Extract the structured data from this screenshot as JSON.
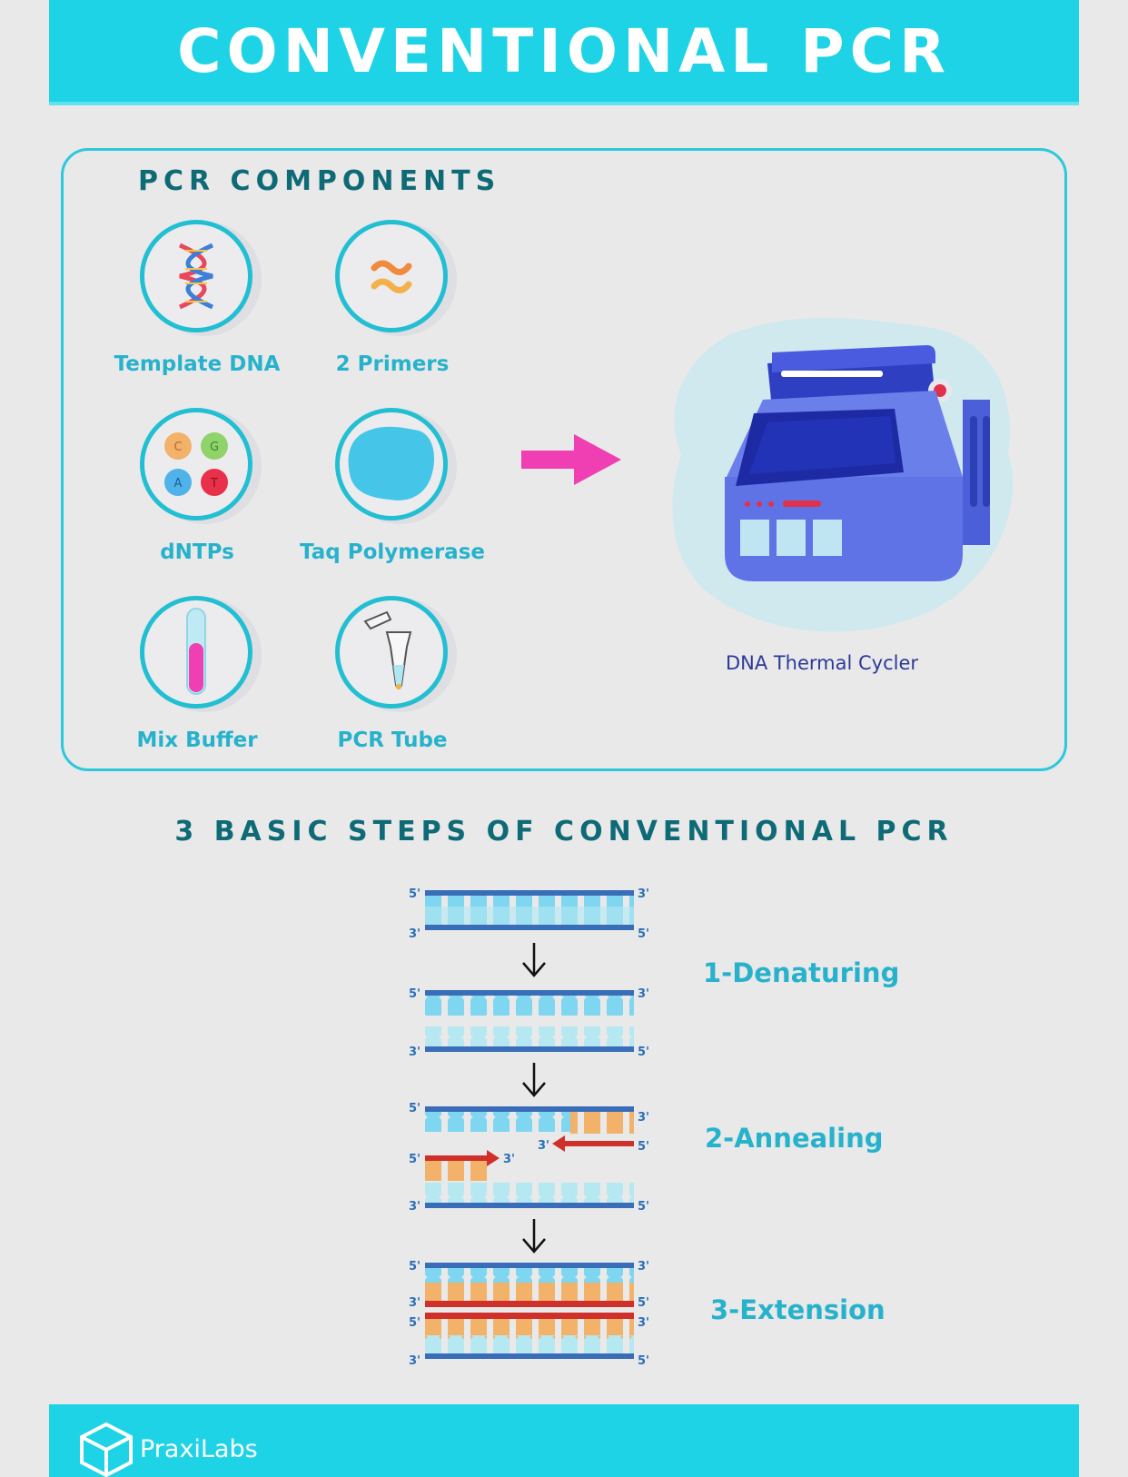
{
  "header": {
    "title": "CONVENTIONAL PCR"
  },
  "components": {
    "title": "PCR COMPONENTS",
    "items": [
      {
        "label": "Template DNA",
        "icon": "dna-helix-icon"
      },
      {
        "label": "2 Primers",
        "icon": "primers-icon"
      },
      {
        "label": "dNTPs",
        "icon": "dntps-icon",
        "bases": [
          "C",
          "G",
          "A",
          "T"
        ]
      },
      {
        "label": "Taq Polymerase",
        "icon": "polymerase-blob-icon"
      },
      {
        "label": "Mix Buffer",
        "icon": "test-tube-icon"
      },
      {
        "label": "PCR Tube",
        "icon": "pcr-tube-icon"
      }
    ],
    "cycler_label": "DNA Thermal Cycler"
  },
  "steps": {
    "title": "3 BASIC STEPS OF CONVENTIONAL PCR",
    "items": [
      "1-Denaturing",
      "2-Annealing",
      "3-Extension"
    ],
    "five_prime": "5'",
    "three_prime": "3'"
  },
  "footer": {
    "brand": "PraxiLabs"
  },
  "colors": {
    "accent": "#1fd3e6",
    "teal_text": "#0e6b76",
    "label_blue": "#27b2cc",
    "arrow_pink": "#ef3fb3",
    "cycler_blue": "#5f73e6",
    "strand_blue": "#3a6db8",
    "primer_red": "#d0302a",
    "base_orange": "#f2b26a"
  }
}
